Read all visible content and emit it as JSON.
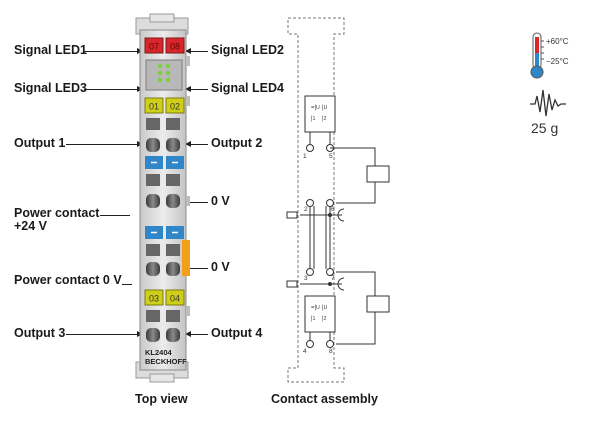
{
  "labels": {
    "left": [
      "Signal LED1",
      "Signal LED3",
      "Output 1",
      "Power contact\n+24 V",
      "Power contact 0 V",
      "Output 3"
    ],
    "right": [
      "Signal LED2",
      "Signal LED4",
      "Output 2",
      "0 V",
      "0 V",
      "Output 4"
    ]
  },
  "terminal": {
    "led_top": [
      "07",
      "08"
    ],
    "led_mid": [
      "01",
      "02"
    ],
    "led_bottom": [
      "03",
      "04"
    ],
    "part_number": "KL2404",
    "brand": "BECKHOFF"
  },
  "contact": {
    "numbers": [
      "1",
      "5",
      "2",
      "6",
      "3",
      "7",
      "4",
      "8"
    ]
  },
  "captions": {
    "top_view": "Top view",
    "contact_assembly": "Contact assembly"
  },
  "specs": {
    "temp_high": "+60°C",
    "temp_low": "−25°C",
    "weight": "25 g"
  },
  "colors": {
    "led_red": "#d9262b",
    "led_yellow": "#c8c800",
    "blue": "#2f86c8",
    "orange": "#f2a01c"
  }
}
